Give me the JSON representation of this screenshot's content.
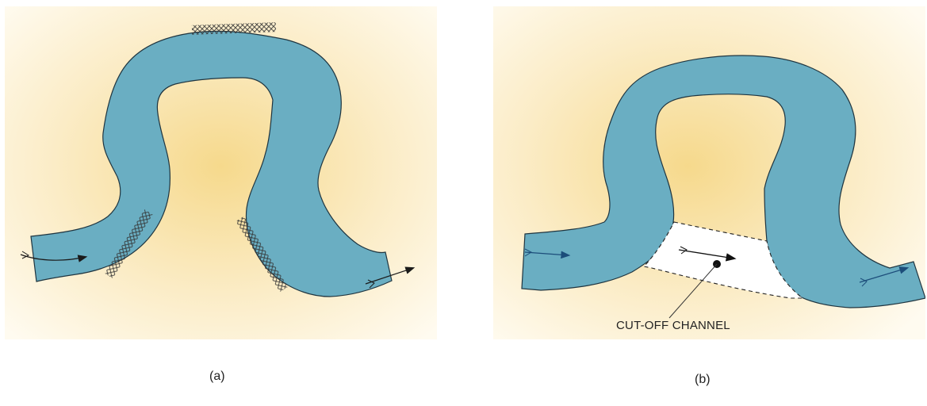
{
  "panels": [
    {
      "caption": "(a)"
    },
    {
      "caption": "(b)",
      "callout": "CUT-OFF CHANNEL"
    }
  ],
  "colors": {
    "river": "#6aaec2",
    "background_center": "#f6d98c",
    "cutoff_channel": "#ffffff",
    "outline": "#1f3540",
    "arrow": "#1c4d7a"
  }
}
